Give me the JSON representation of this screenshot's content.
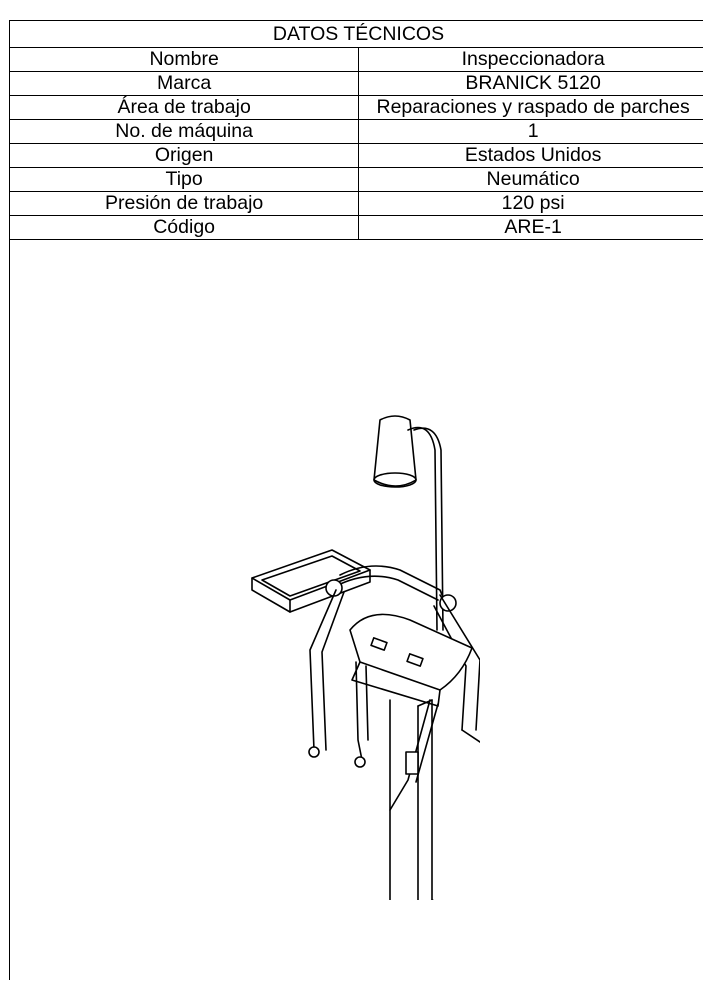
{
  "table": {
    "title": "DATOS TÉCNICOS",
    "rows": [
      {
        "label": "Nombre",
        "value": "Inspeccionadora"
      },
      {
        "label": "Marca",
        "value": "BRANICK 5120"
      },
      {
        "label": "Área de trabajo",
        "value": "Reparaciones y raspado de parches"
      },
      {
        "label": "No. de máquina",
        "value": "1"
      },
      {
        "label": "Origen",
        "value": "Estados Unidos"
      },
      {
        "label": "Tipo",
        "value": "Neumático"
      },
      {
        "label": "Presión de trabajo",
        "value": "120 psi"
      },
      {
        "label": "Código",
        "value": "ARE-1"
      }
    ]
  }
}
